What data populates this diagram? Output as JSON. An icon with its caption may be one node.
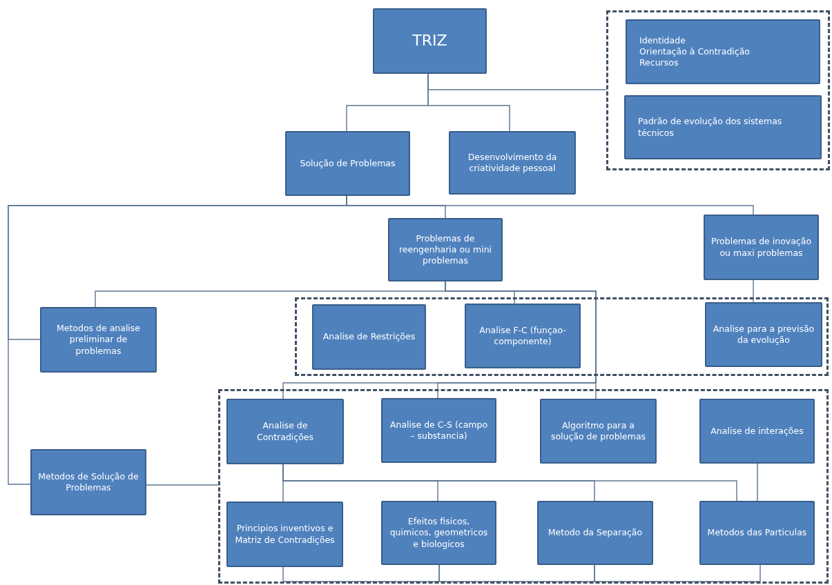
{
  "diagram": {
    "nodes": [
      {
        "text": [
          "TRIZ"
        ]
      },
      {
        "text": [],
        "shape": "box"
      },
      {
        "text": [
          "Identidade",
          "Orientação à Contradição",
          "Recursos"
        ],
        "in": 1
      },
      {
        "text": [
          "Padrão de evolução dos sistemas técnicos"
        ],
        "in": 1
      },
      {
        "text": [
          "Solução de Problemas"
        ]
      },
      {
        "text": [
          "Desenvolvimento da criatividade pessoal"
        ]
      },
      {
        "text": [
          "Problemas de reengenharia ou mini problemas"
        ]
      },
      {
        "text": [
          "Problemas de inovação ou maxi problemas"
        ]
      },
      {
        "text": [
          "Metodos de analise preliminar de problemas"
        ]
      },
      {
        "text": [],
        "shape": "box"
      },
      {
        "text": [
          "Analise de Restrições"
        ],
        "in": 9
      },
      {
        "text": [
          "Analise F-C (funçao-componente)"
        ],
        "in": 9
      },
      {
        "text": [
          "Analise para a previsão da evolução"
        ],
        "in": 9
      },
      {
        "text": [],
        "shape": "box"
      },
      {
        "text": [
          "Metodos de Solução de Problemas"
        ]
      },
      {
        "text": [
          "Analise de Contradições"
        ],
        "in": 13
      },
      {
        "text": [
          "Analise de C-S (campo – substancia)"
        ],
        "in": 13
      },
      {
        "text": [
          "Algoritmo para a solução de problemas"
        ],
        "in": 13
      },
      {
        "text": [
          "Analise de interações"
        ],
        "in": 13
      },
      {
        "text": [
          "Principios inventivos e Matriz de Contradições"
        ],
        "in": 13
      },
      {
        "text": [
          "Efeitos fisicos, quimicos, geometricos e biologicos"
        ],
        "in": 13
      },
      {
        "text": [
          "Metodo da Separação"
        ],
        "in": 13
      },
      {
        "text": [
          "Metodos das Particulas"
        ],
        "in": 13
      }
    ],
    "edges": [
      {
        "from": 0,
        "to": 4,
        "arrow": "none"
      },
      {
        "from": 0,
        "to": 5,
        "arrow": "none"
      },
      {
        "from": 0,
        "to": 1,
        "arrow": "none"
      },
      {
        "from": 4,
        "to": 6,
        "arrow": "none"
      },
      {
        "from": 4,
        "to": 7,
        "arrow": "none"
      },
      {
        "from": 4,
        "to": 8,
        "arrow": "none"
      },
      {
        "from": 4,
        "to": 14,
        "arrow": "none"
      },
      {
        "from": 6,
        "to": 8,
        "arrow": "none"
      },
      {
        "from": 6,
        "to": 11,
        "arrow": "none"
      },
      {
        "from": 6,
        "to": 17,
        "arrow": "none"
      },
      {
        "from": 6,
        "to": 15,
        "arrow": "none"
      },
      {
        "from": 6,
        "to": 16,
        "arrow": "none"
      },
      {
        "from": 7,
        "to": 12,
        "arrow": "none"
      },
      {
        "from": 14,
        "to": 13,
        "arrow": "none"
      },
      {
        "from": 15,
        "to": 19,
        "arrow": "none"
      },
      {
        "from": 15,
        "to": 20,
        "arrow": "none"
      },
      {
        "from": 15,
        "to": 21,
        "arrow": "none"
      },
      {
        "from": 15,
        "to": 22,
        "arrow": "none"
      },
      {
        "from": 18,
        "to": 22,
        "arrow": "none"
      },
      {
        "from": 19,
        "to": 20,
        "arrow": "none"
      },
      {
        "from": 20,
        "to": 21,
        "arrow": "none"
      },
      {
        "from": 21,
        "to": 22,
        "arrow": "none"
      }
    ]
  }
}
